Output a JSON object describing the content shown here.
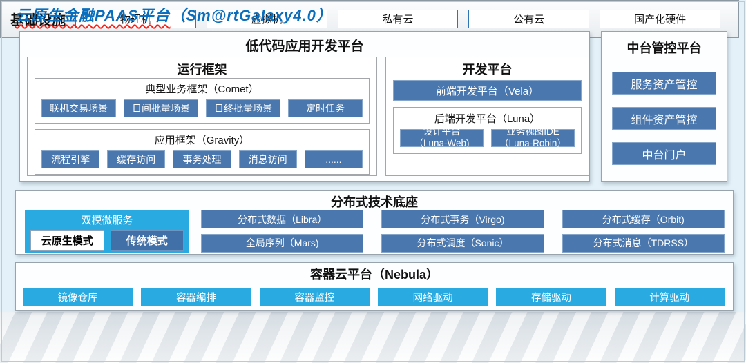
{
  "colors": {
    "title_blue": "#0a6ebd",
    "steel_blue": "#4a78ae",
    "cyan": "#29abe2",
    "infra_border_blue": "#2e75b6"
  },
  "header": {
    "title_main": "云原生金融PAAS平台",
    "title_suffix": "（Sm@rtGalaxy4.0）"
  },
  "lowcode_platform": {
    "title": "低代码应用开发平台",
    "runtime_framework": {
      "title": "运行框架",
      "comet": {
        "label": "典型业务框架（Comet）",
        "buttons": [
          "联机交易场景",
          "日间批量场景",
          "日终批量场景",
          "定时任务"
        ]
      },
      "gravity": {
        "label": "应用框架（Gravity）",
        "buttons": [
          "流程引擎",
          "缓存访问",
          "事务处理",
          "消息访问",
          "......"
        ]
      }
    },
    "dev_platform": {
      "title": "开发平台",
      "frontend_button": "前端开发平台（Vela）",
      "backend": {
        "label": "后端开发平台（Luna）",
        "design_line1": "设计平台",
        "design_line2": "（Luna-Web)",
        "ide_line1": "业务视图IDE",
        "ide_line2": "（Luna-Robin）"
      }
    }
  },
  "midplatform": {
    "title": "中台管控平台",
    "buttons": [
      "服务资产管控",
      "组件资产管控",
      "中台门户"
    ]
  },
  "distributed_base": {
    "title": "分布式技术底座",
    "dual_mode": {
      "label": "双模微服务",
      "cloud_native": "云原生模式",
      "traditional": "传统模式"
    },
    "buttons": [
      "分布式数据（Libra）",
      "分布式事务（Virgo)",
      "分布式缓存（Orbit)",
      "全局序列（Mars)",
      "分布式调度（Sonic）",
      "分布式消息（TDRSS）"
    ]
  },
  "container_platform": {
    "title": "容器云平台（Nebula）",
    "buttons": [
      "镜像仓库",
      "容器编排",
      "容器监控",
      "网络驱动",
      "存储驱动",
      "计算驱动"
    ]
  },
  "infrastructure": {
    "title": "基础设施",
    "items": [
      "物理机",
      "虚拟机",
      "私有云",
      "公有云",
      "国产化硬件"
    ]
  }
}
